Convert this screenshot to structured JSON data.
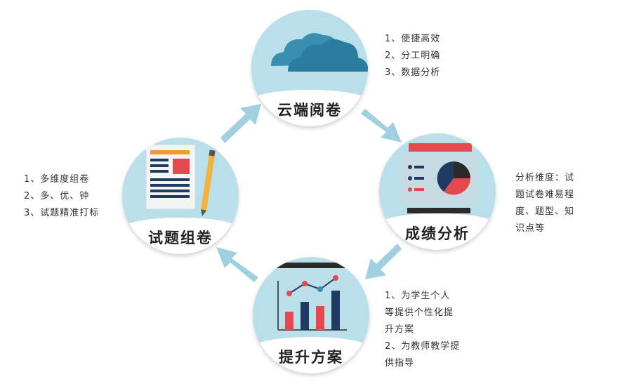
{
  "nodes": {
    "cloud": {
      "label": "云端阅卷"
    },
    "analysis": {
      "label": "成绩分析"
    },
    "plan": {
      "label": "提升方案"
    },
    "paper": {
      "label": "试题组卷"
    }
  },
  "notes": {
    "cloud": [
      "1、便捷高效",
      "2、分工明确",
      "3、数据分析"
    ],
    "analysis": [
      "分析维度：试",
      "题试卷难易程",
      "度、题型、知",
      "识点等"
    ],
    "plan": [
      "1、为学生个人",
      "等提供个性化提",
      "升方案",
      "2、为教师教学提",
      "供指导"
    ],
    "paper": [
      "1、多维度组卷",
      "2、多、优、钟",
      "3、试题精准打标"
    ]
  },
  "colors": {
    "circle": "#b9e0ea",
    "arrow": "#9fd0df",
    "accent_red": "#e5484d",
    "navy": "#1f3b63",
    "cloud": "#3a8fb0"
  }
}
